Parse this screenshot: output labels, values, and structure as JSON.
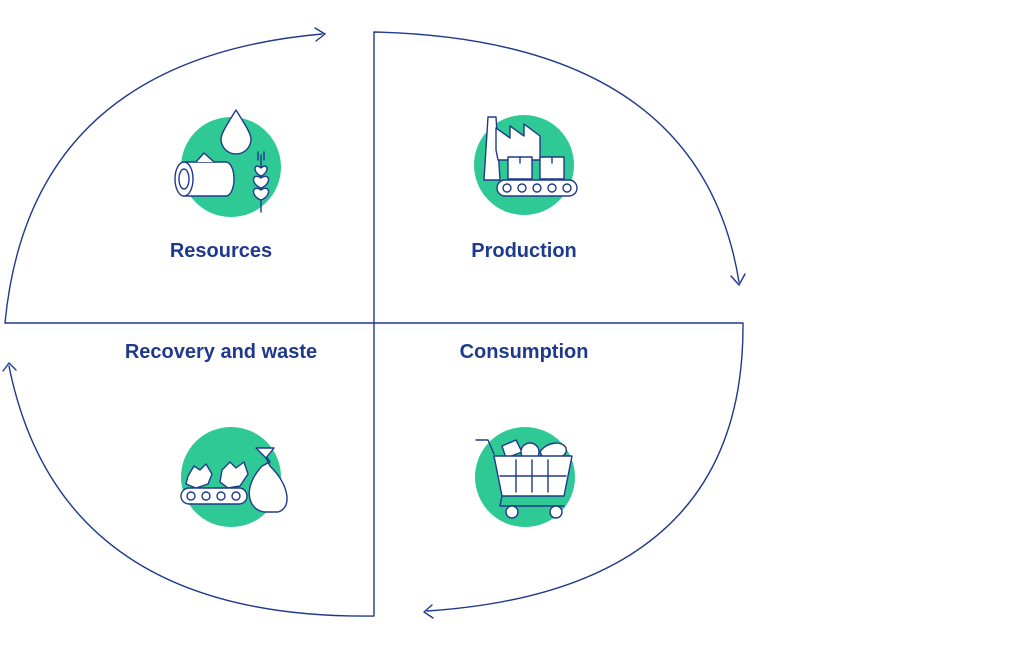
{
  "colors": {
    "line": "#1f3a8a",
    "icon_fill": "#2ec994",
    "text": "#1f3a8a"
  },
  "quadrants": [
    {
      "id": "resources",
      "label": "Resources",
      "icon": "raw-materials-icon"
    },
    {
      "id": "production",
      "label": "Production",
      "icon": "factory-conveyor-icon"
    },
    {
      "id": "consumption",
      "label": "Consumption",
      "icon": "shopping-cart-icon"
    },
    {
      "id": "recovery",
      "label": "Recovery and waste",
      "icon": "waste-recycling-icon"
    }
  ]
}
